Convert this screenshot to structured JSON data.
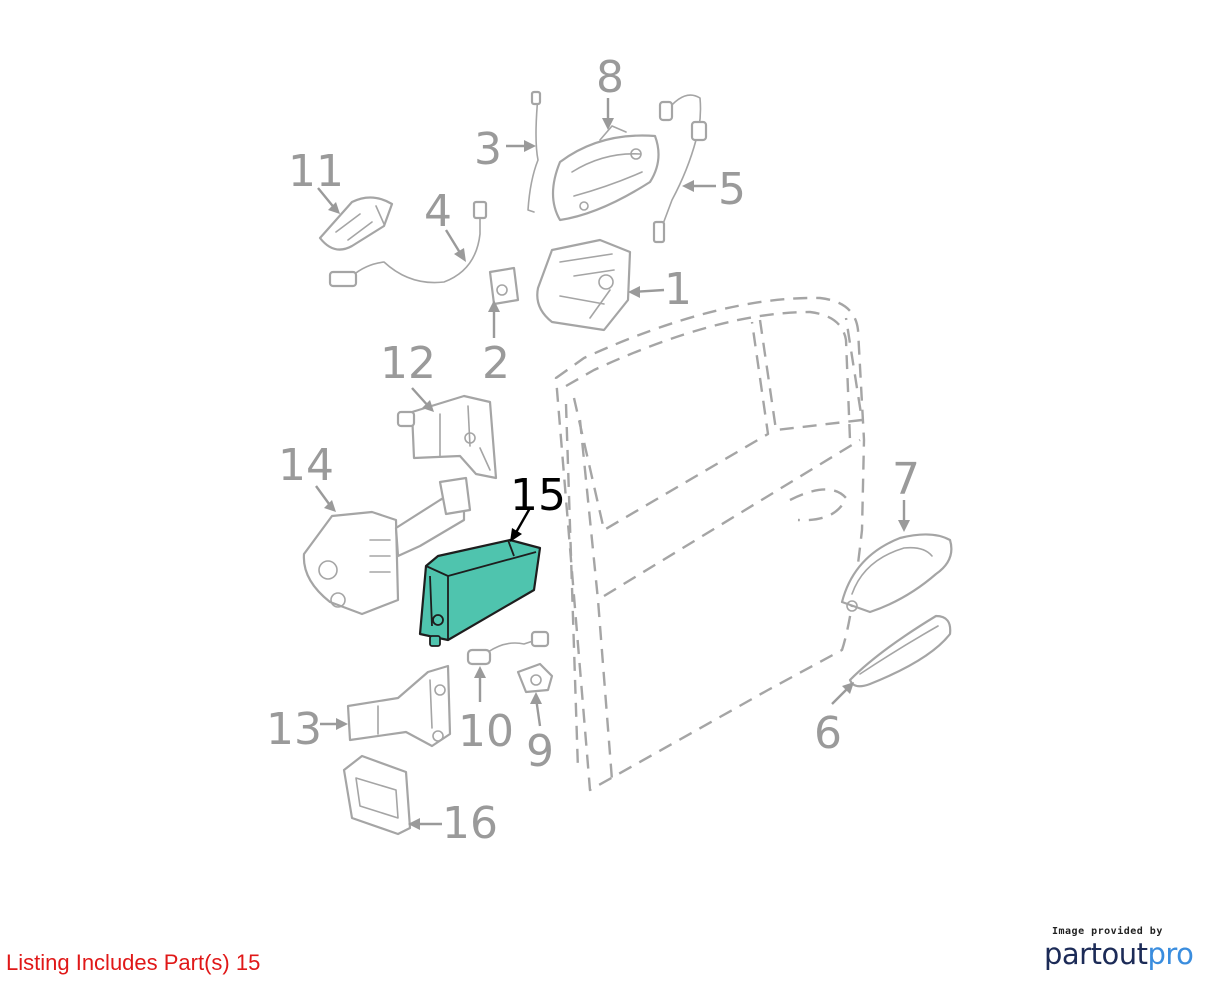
{
  "callouts": {
    "c1": "1",
    "c2": "2",
    "c3": "3",
    "c4": "4",
    "c5": "5",
    "c6": "6",
    "c7": "7",
    "c8": "8",
    "c9": "9",
    "c10": "10",
    "c11": "11",
    "c12": "12",
    "c13": "13",
    "c14": "14",
    "c15": "15",
    "c16": "16"
  },
  "highlighted_part": "15",
  "colors": {
    "highlight_fill": "#4fc4ae",
    "listing_text": "#e01818",
    "callout_gray": "#9a9a9a",
    "logo_dark": "#1c2b57",
    "logo_light": "#3a8dde"
  },
  "footer": {
    "listing_note": "Listing Includes Part(s) 15",
    "brand_caption": "Image provided by",
    "brand_part1": "partout",
    "brand_part2": "pro"
  }
}
